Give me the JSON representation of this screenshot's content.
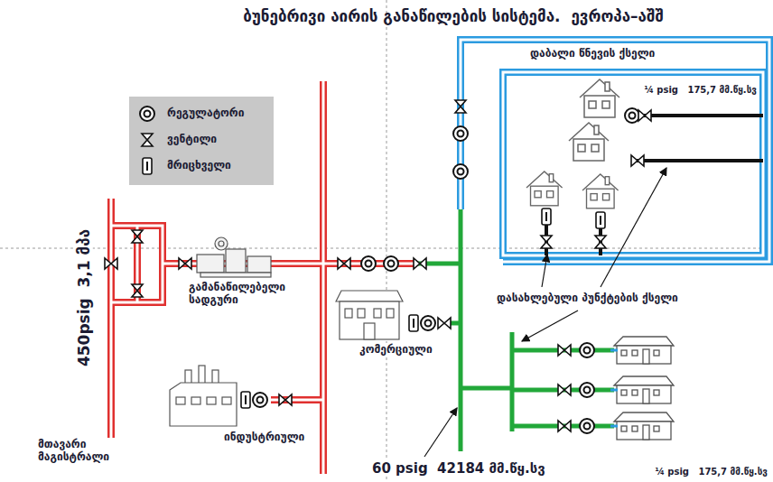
{
  "diagram": {
    "title": "ბუნებრივი აირის განაწილების სისტემა.  ევროპა–აშშ",
    "nodes": [
      {
        "text": [
          "დაბალი წნევის ქსელი"
        ]
      }
    ],
    "labels": [
      "¼ psig   175,7 მმ.წყ.სვ",
      "450psig  3,1 მპა",
      "გამანაწილებელი სადგური",
      "კომერციული",
      "ინდუსტრიული",
      "მთავარი მაგისტრალი",
      "დასახლებული პუნქტების ქსელი",
      "60 psig  42184 მმ.წყ.სვ",
      "¼ psig   175,7 მმ.წყ.სვ"
    ],
    "legend": [
      {
        "text": "რეგულატორი"
      },
      {
        "text": "ვენტილი"
      },
      {
        "text": "მრიცხველი"
      }
    ]
  }
}
